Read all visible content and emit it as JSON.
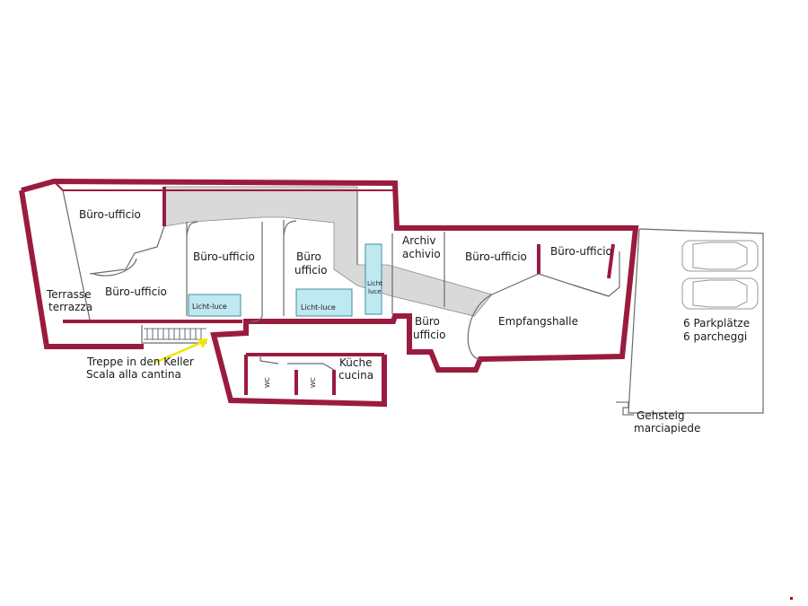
{
  "colors": {
    "wall": "#9b1b3f",
    "corridor": "#d9d9d9",
    "lightwell": "#bfe8f0",
    "lightwell_border": "#3c8fa0",
    "arrow": "#f2e600"
  },
  "rooms": {
    "office_top_left": "Büro-ufficio",
    "office_left_lower": "Büro-ufficio",
    "office_center_left": "Büro-ufficio",
    "office_center_1": "Büro",
    "office_center_2": "ufficio",
    "archive_1": "Archiv",
    "archive_2": "achivio",
    "office_right": "Büro-ufficio",
    "office_far_right": "Büro-ufficio",
    "terrace_1": "Terrasse",
    "terrace_2": "terrazza",
    "office_lower_1": "Büro",
    "office_lower_2": "ufficio",
    "reception": "Empfangshalle",
    "kitchen_1": "Küche",
    "kitchen_2": "cucina",
    "wc_1": "WC",
    "wc_2": "WC"
  },
  "lightwells": {
    "left": "Licht-luce",
    "center": "Licht-luce",
    "narrow_1": "Licht",
    "narrow_2": "luce"
  },
  "stairs": {
    "line_1": "Treppe in den Keller",
    "line_2": "Scala alla cantina"
  },
  "parking": {
    "line_1": "6 Parkplätze",
    "line_2": "6 parcheggi"
  },
  "sidewalk": {
    "line_1": "Gehsteig",
    "line_2": "marciapiede"
  }
}
